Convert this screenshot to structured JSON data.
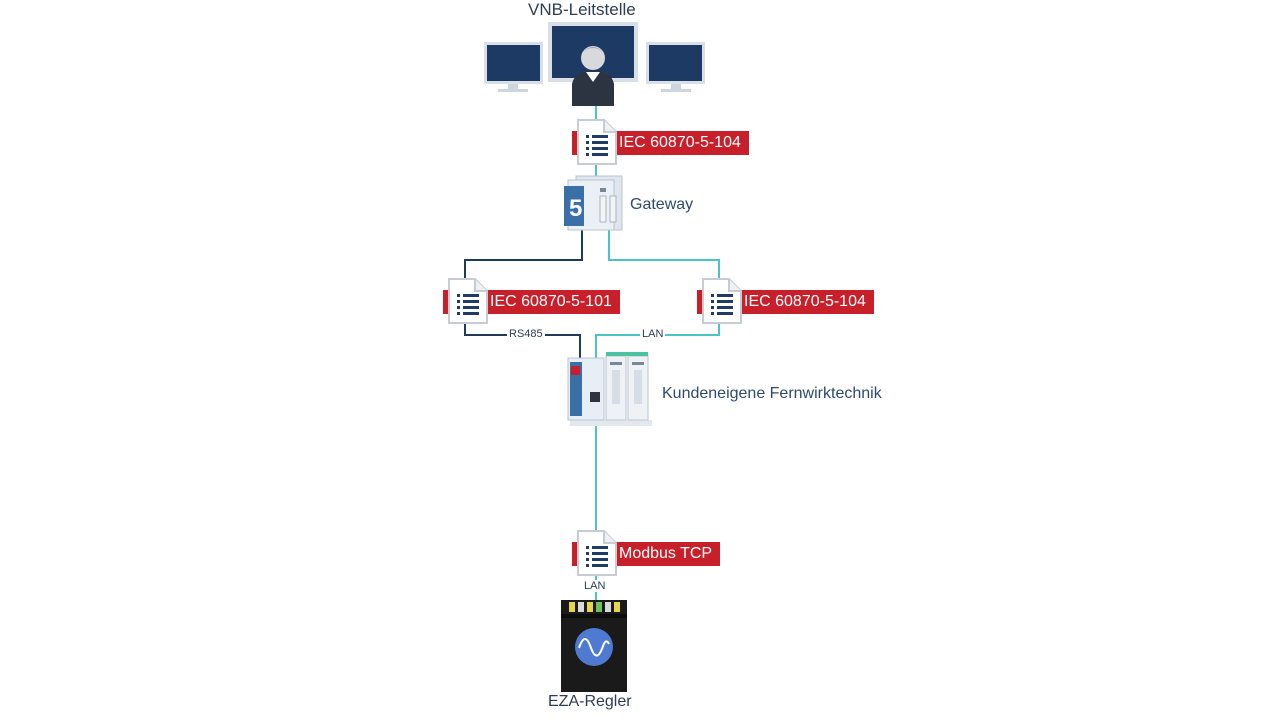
{
  "title": "VNB-Leitstelle",
  "nodes": {
    "gateway": "Gateway",
    "fernwirk": "Kundeneigene Fernwirktechnik",
    "eza": "EZA-Regler"
  },
  "protocols": {
    "top": "IEC 60870-5-104",
    "left": "IEC 60870-5-101",
    "right": "IEC 60870-5-104",
    "bottom": "Modbus TCP"
  },
  "links": {
    "rs485": "RS485",
    "lan_mid": "LAN",
    "lan_bottom": "LAN"
  },
  "colors": {
    "dark_line": "#1f3b5c",
    "teal_line": "#4cc3c7",
    "tag_red": "#c8202a",
    "monitor": "#1c3a63",
    "gateway_blue": "#3a6fa8"
  },
  "gateway_logo_text": "5"
}
